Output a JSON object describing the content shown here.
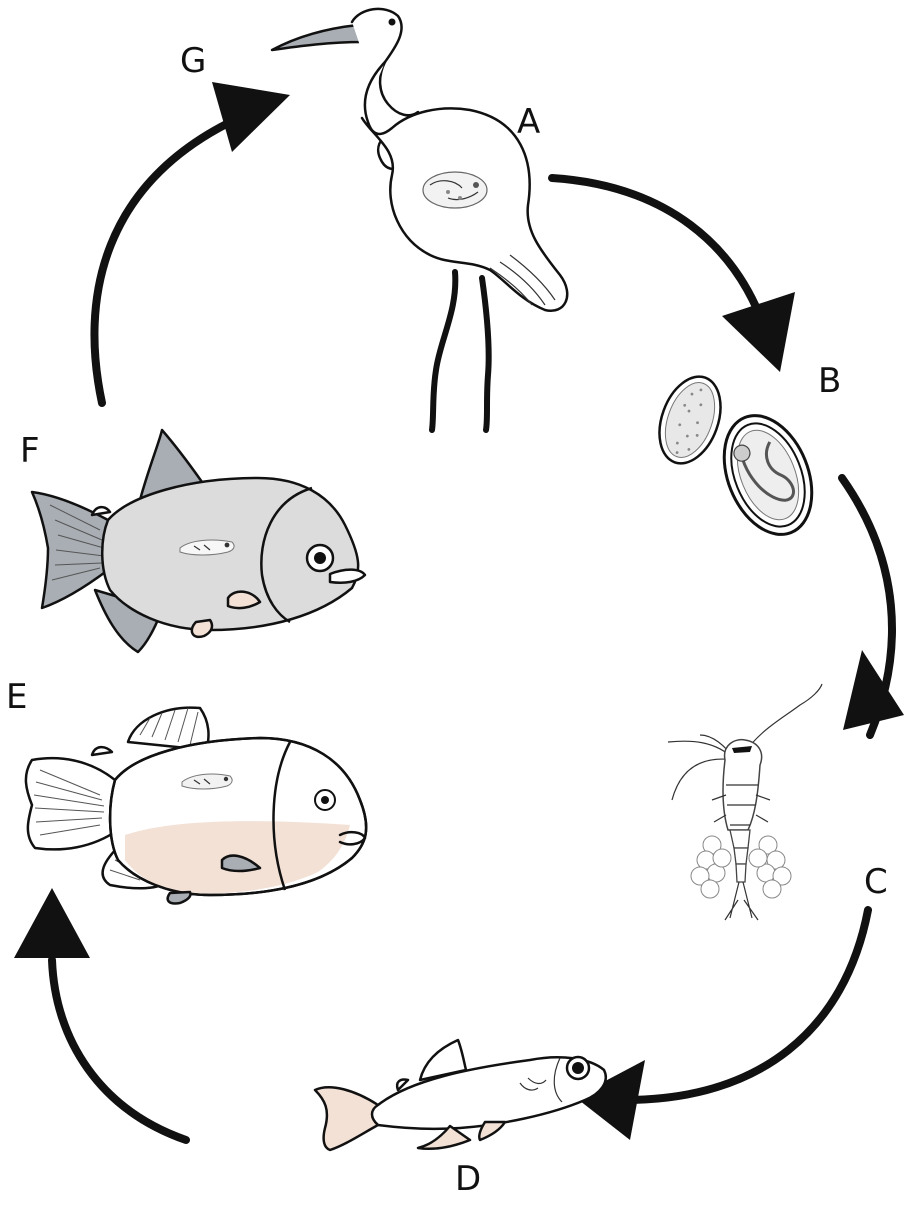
{
  "labels": {
    "a": "A",
    "b": "B",
    "c": "C",
    "d": "D",
    "e": "E",
    "f": "F",
    "g": "G"
  },
  "colors": {
    "ink": "#111111",
    "fin_gray": "#a9aeb4",
    "body_gray": "#dcdcdc",
    "belly_pink": "#f3e1d6",
    "white": "#ffffff"
  }
}
